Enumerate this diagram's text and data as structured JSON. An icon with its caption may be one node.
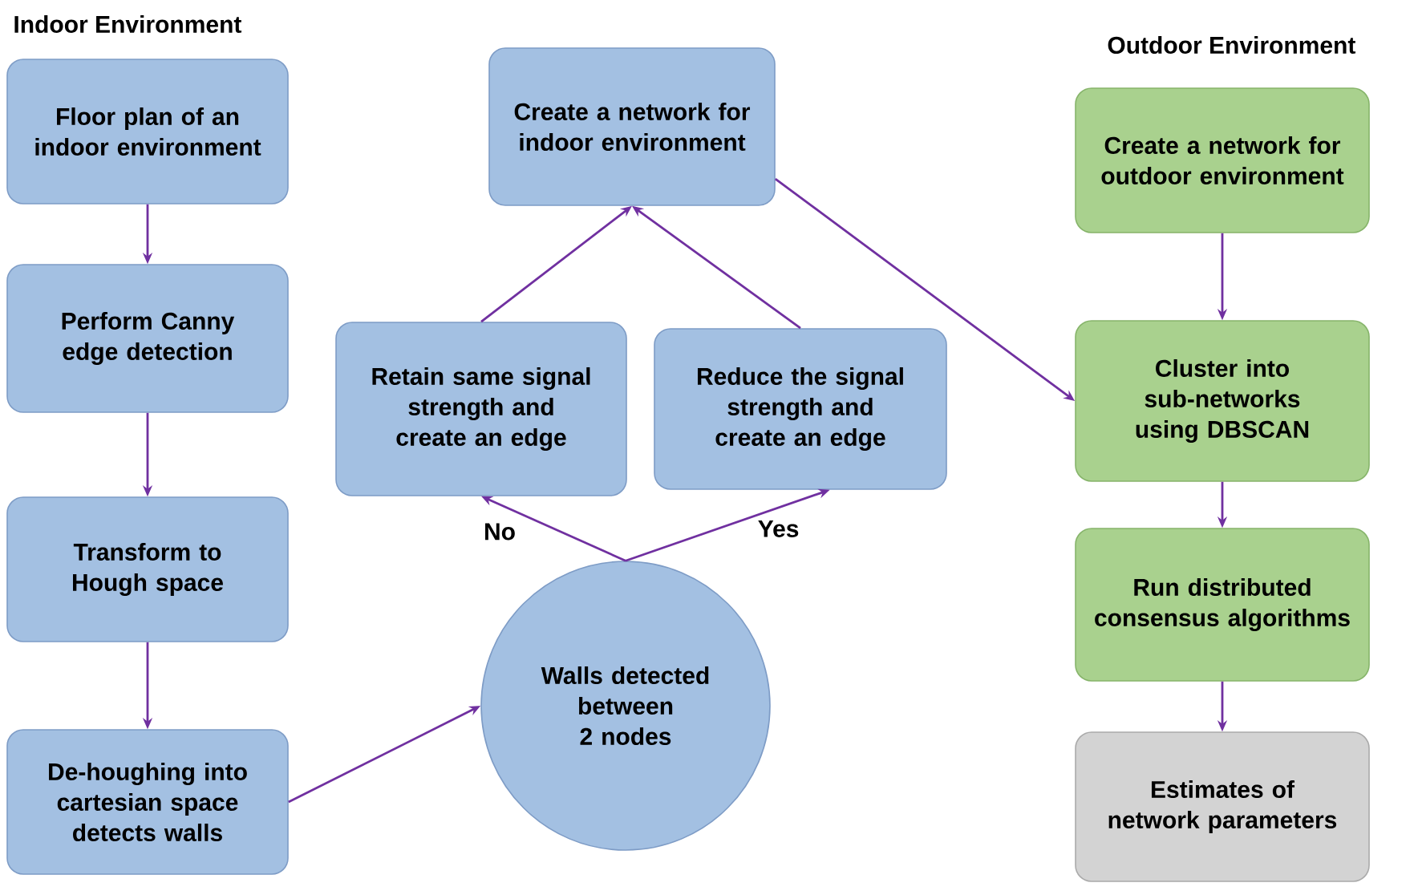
{
  "diagram": {
    "nodes": [
      {
        "text": [
          "Floor plan of an indoor environment"
        ]
      },
      {
        "text": [
          "Perform Canny edge detection"
        ]
      },
      {
        "text": [
          "Transform to Hough space"
        ]
      },
      {
        "text": [
          "De-houghing into cartesian space detects walls"
        ]
      },
      {
        "text": [
          "Create a network for indoor environment"
        ]
      },
      {
        "text": [
          "Retain same signal strength and create an edge"
        ]
      },
      {
        "text": [
          "Reduce the signal strength and create an edge"
        ]
      },
      {
        "text": [
          "Walls detected between 2 nodes"
        ]
      },
      {
        "text": [
          "Create a network for outdoor environment"
        ]
      },
      {
        "text": [
          "Cluster into sub-networks using DBSCAN"
        ]
      },
      {
        "text": [
          "Run distributed consensus algorithms"
        ]
      },
      {
        "text": [
          "Estimates of network parameters"
        ]
      }
    ],
    "edges": [
      {
        "from": 0,
        "to": 1,
        "arrow": "to"
      },
      {
        "from": 1,
        "to": 2,
        "arrow": "to"
      },
      {
        "from": 2,
        "to": 3,
        "arrow": "to"
      },
      {
        "from": 3,
        "to": 7,
        "arrow": "to"
      },
      {
        "from": 7,
        "to": 5,
        "arrow": "to",
        "label": "No"
      },
      {
        "from": 7,
        "to": 6,
        "arrow": "to",
        "label": "Yes"
      },
      {
        "from": 5,
        "to": 4,
        "arrow": "to"
      },
      {
        "from": 6,
        "to": 4,
        "arrow": "to"
      },
      {
        "from": 4,
        "to": 9,
        "arrow": "to"
      },
      {
        "from": 8,
        "to": 9,
        "arrow": "to"
      },
      {
        "from": 9,
        "to": 10,
        "arrow": "to"
      },
      {
        "from": 10,
        "to": 11,
        "arrow": "to"
      }
    ],
    "labels": [
      "Indoor Environment",
      "Outdoor Environment"
    ]
  }
}
